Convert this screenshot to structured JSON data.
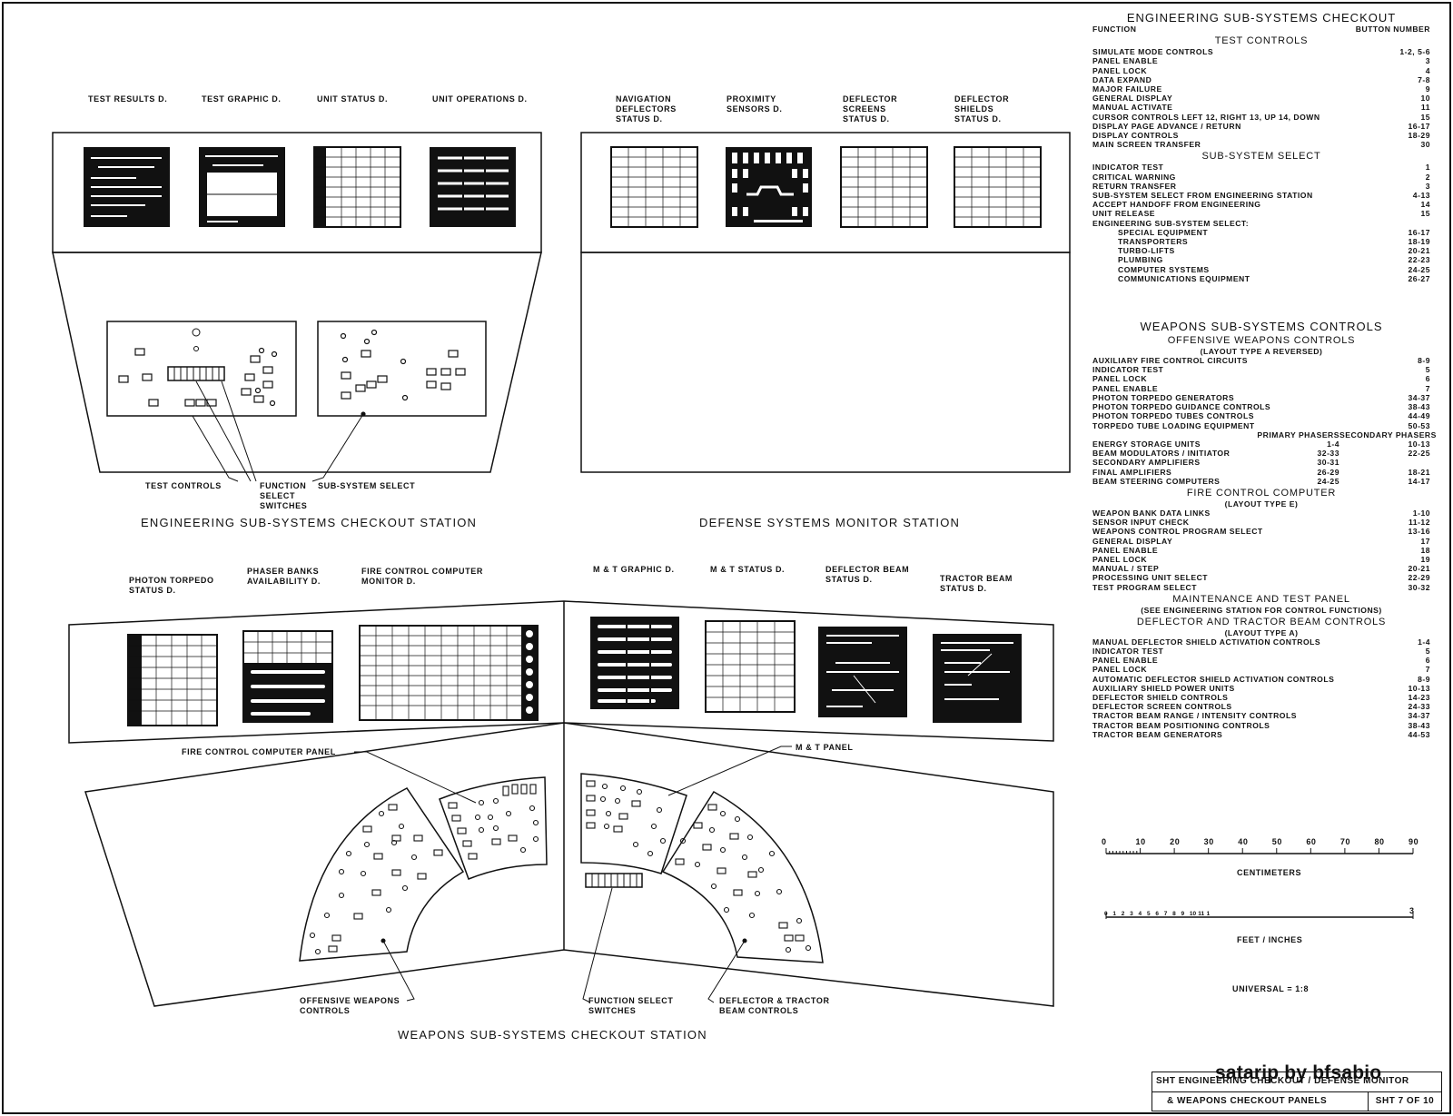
{
  "engineering_station": {
    "title": "ENGINEERING SUB-SYSTEMS CHECKOUT STATION",
    "display_labels": [
      "TEST RESULTS D.",
      "TEST GRAPHIC D.",
      "UNIT STATUS D.",
      "UNIT OPERATIONS D."
    ],
    "callouts": {
      "test_controls": "TEST CONTROLS",
      "function_select": [
        "FUNCTION",
        "SELECT",
        "SWITCHES"
      ],
      "subsystem_select": "SUB-SYSTEM SELECT"
    }
  },
  "defense_station": {
    "title": "DEFENSE SYSTEMS MONITOR STATION",
    "display_labels": [
      [
        "NAVIGATION",
        "DEFLECTORS",
        "STATUS D."
      ],
      [
        "PROXIMITY",
        "SENSORS D."
      ],
      [
        "DEFLECTOR",
        "SCREENS",
        "STATUS D."
      ],
      [
        "DEFLECTOR",
        "SHIELDS",
        "STATUS D."
      ]
    ]
  },
  "weapons_station": {
    "title": "WEAPONS SUB-SYSTEMS CHECKOUT STATION",
    "display_labels": [
      [
        "PHOTON TORPEDO",
        "STATUS D."
      ],
      [
        "PHASER BANKS",
        "AVAILABILITY D."
      ],
      [
        "FIRE CONTROL COMPUTER",
        "MONITOR D."
      ],
      [
        "M & T GRAPHIC D."
      ],
      [
        "M & T STATUS D."
      ],
      [
        "DEFLECTOR BEAM",
        "STATUS D."
      ],
      [
        "TRACTOR BEAM",
        "STATUS D."
      ]
    ],
    "callouts": {
      "fire_control_panel": "FIRE CONTROL COMPUTER PANEL",
      "mt_panel": "M & T PANEL",
      "offensive": [
        "OFFENSIVE WEAPONS",
        "CONTROLS"
      ],
      "function_select": [
        "FUNCTION SELECT",
        "SWITCHES"
      ],
      "deflector_tractor": [
        "DEFLECTOR & TRACTOR",
        "BEAM CONTROLS"
      ]
    }
  },
  "legend": {
    "eng_title": "ENGINEERING SUB-SYSTEMS CHECKOUT",
    "col_function": "FUNCTION",
    "col_button": "BUTTON NUMBER",
    "test_controls_title": "TEST CONTROLS",
    "test_controls": [
      [
        "SIMULATE MODE CONTROLS",
        "1-2, 5-6"
      ],
      [
        "PANEL ENABLE",
        "3"
      ],
      [
        "PANEL LOCK",
        "4"
      ],
      [
        "DATA EXPAND",
        "7-8"
      ],
      [
        "MAJOR FAILURE",
        "9"
      ],
      [
        "GENERAL DISPLAY",
        "10"
      ],
      [
        "MANUAL ACTIVATE",
        "11"
      ],
      [
        "CURSOR CONTROLS          LEFT 12, RIGHT 13, UP 14, DOWN",
        "15"
      ],
      [
        "DISPLAY PAGE ADVANCE / RETURN",
        "16-17"
      ],
      [
        "DISPLAY CONTROLS",
        "18-29"
      ],
      [
        "MAIN SCREEN TRANSFER",
        "30"
      ]
    ],
    "subsystem_select_title": "SUB-SYSTEM SELECT",
    "subsystem_select": [
      [
        "INDICATOR TEST",
        "1"
      ],
      [
        "CRITICAL WARNING",
        "2"
      ],
      [
        "RETURN TRANSFER",
        "3"
      ],
      [
        "SUB-SYSTEM SELECT FROM ENGINEERING STATION",
        "4-13"
      ],
      [
        "ACCEPT HANDOFF FROM ENGINEERING",
        "14"
      ],
      [
        "UNIT RELEASE",
        "15"
      ],
      [
        "ENGINEERING SUB-SYSTEM SELECT:",
        ""
      ]
    ],
    "subsystem_select_indented": [
      [
        "SPECIAL EQUIPMENT",
        "16-17"
      ],
      [
        "TRANSPORTERS",
        "18-19"
      ],
      [
        "TURBO-LIFTS",
        "20-21"
      ],
      [
        "PLUMBING",
        "22-23"
      ],
      [
        "COMPUTER SYSTEMS",
        "24-25"
      ],
      [
        "COMMUNICATIONS EQUIPMENT",
        "26-27"
      ]
    ],
    "weapons_title": "WEAPONS SUB-SYSTEMS CONTROLS",
    "offensive_title": "OFFENSIVE WEAPONS CONTROLS",
    "offensive_sub": "(LAYOUT TYPE A REVERSED)",
    "offensive": [
      [
        "AUXILIARY FIRE CONTROL CIRCUITS",
        "8-9"
      ],
      [
        "INDICATOR TEST",
        "5"
      ],
      [
        "PANEL LOCK",
        "6"
      ],
      [
        "PANEL ENABLE",
        "7"
      ],
      [
        "PHOTON TORPEDO GENERATORS",
        "34-37"
      ],
      [
        "PHOTON TORPEDO GUIDANCE CONTROLS",
        "38-43"
      ],
      [
        "PHOTON TORPEDO TUBES CONTROLS",
        "44-49"
      ],
      [
        "TORPEDO TUBE LOADING EQUIPMENT",
        "50-53"
      ]
    ],
    "phasers_primary": "PRIMARY PHASERS",
    "phasers_secondary": "SECONDARY PHASERS",
    "phasers": [
      [
        "ENERGY STORAGE UNITS",
        "1-4",
        "10-13"
      ],
      [
        "BEAM MODULATORS / INITIATOR",
        "32-33",
        "22-25"
      ],
      [
        "SECONDARY AMPLIFIERS",
        "30-31",
        ""
      ],
      [
        "FINAL AMPLIFIERS",
        "26-29",
        "18-21"
      ],
      [
        "BEAM STEERING COMPUTERS",
        "24-25",
        "14-17"
      ]
    ],
    "fire_title": "FIRE CONTROL COMPUTER",
    "fire_sub": "(LAYOUT TYPE E)",
    "fire": [
      [
        "WEAPON BANK DATA LINKS",
        "1-10"
      ],
      [
        "SENSOR INPUT CHECK",
        "11-12"
      ],
      [
        "WEAPONS CONTROL PROGRAM SELECT",
        "13-16"
      ],
      [
        "GENERAL DISPLAY",
        "17"
      ],
      [
        "PANEL ENABLE",
        "18"
      ],
      [
        "PANEL LOCK",
        "19"
      ],
      [
        "MANUAL / STEP",
        "20-21"
      ],
      [
        "PROCESSING UNIT SELECT",
        "22-29"
      ],
      [
        "TEST PROGRAM SELECT",
        "30-32"
      ]
    ],
    "mt_title": "MAINTENANCE AND TEST PANEL",
    "mt_sub": "(SEE ENGINEERING STATION FOR CONTROL FUNCTIONS)",
    "dt_title": "DEFLECTOR AND TRACTOR BEAM CONTROLS",
    "dt_sub": "(LAYOUT TYPE A)",
    "dt": [
      [
        "MANUAL DEFLECTOR SHIELD ACTIVATION CONTROLS",
        "1-4"
      ],
      [
        "INDICATOR TEST",
        "5"
      ],
      [
        "PANEL ENABLE",
        "6"
      ],
      [
        "PANEL LOCK",
        "7"
      ],
      [
        "AUTOMATIC DEFLECTOR SHIELD ACTIVATION CONTROLS",
        "8-9"
      ],
      [
        "AUXILIARY SHIELD POWER UNITS",
        "10-13"
      ],
      [
        "DEFLECTOR SHIELD CONTROLS",
        "14-23"
      ],
      [
        "DEFLECTOR SCREEN CONTROLS",
        "24-33"
      ],
      [
        "TRACTOR BEAM RANGE / INTENSITY CONTROLS",
        "34-37"
      ],
      [
        "TRACTOR BEAM POSITIONING CONTROLS",
        "38-43"
      ],
      [
        "TRACTOR BEAM GENERATORS",
        "44-53"
      ]
    ]
  },
  "scales": {
    "cm_ticks": [
      "0",
      "10",
      "20",
      "30",
      "40",
      "50",
      "60",
      "70",
      "80",
      "90"
    ],
    "cm_label": "CENTIMETERS",
    "in_ticks": [
      "0",
      "1",
      "2",
      "3",
      "4",
      "5",
      "6",
      "7",
      "8",
      "9",
      "10",
      "11",
      "1"
    ],
    "ft_end": "3",
    "ft_label": "FEET / INCHES",
    "universal": "UNIVERSAL = 1:8"
  },
  "watermark": "satarip by bfsabio",
  "title_block": {
    "line1": "SHT ENGINEERING CHECKOUT / DEFENSE MONITOR",
    "line2": "& WEAPONS CHECKOUT PANELS",
    "sheet": "SHT 7 OF 10"
  }
}
